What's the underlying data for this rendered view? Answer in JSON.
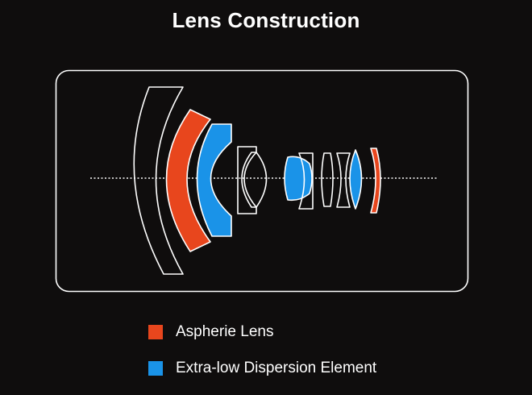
{
  "title": "Lens Construction",
  "colors": {
    "background": "#0f0d0d",
    "outline": "#ffffff",
    "aspherical": "#e8461d",
    "ed": "#1a93e8"
  },
  "legend": [
    {
      "label": "Aspherie Lens",
      "color": "#e8461d",
      "icon": "orange-square-swatch"
    },
    {
      "label": "Extra-low Dispersion Element",
      "color": "#1a93e8",
      "icon": "blue-square-swatch"
    }
  ]
}
